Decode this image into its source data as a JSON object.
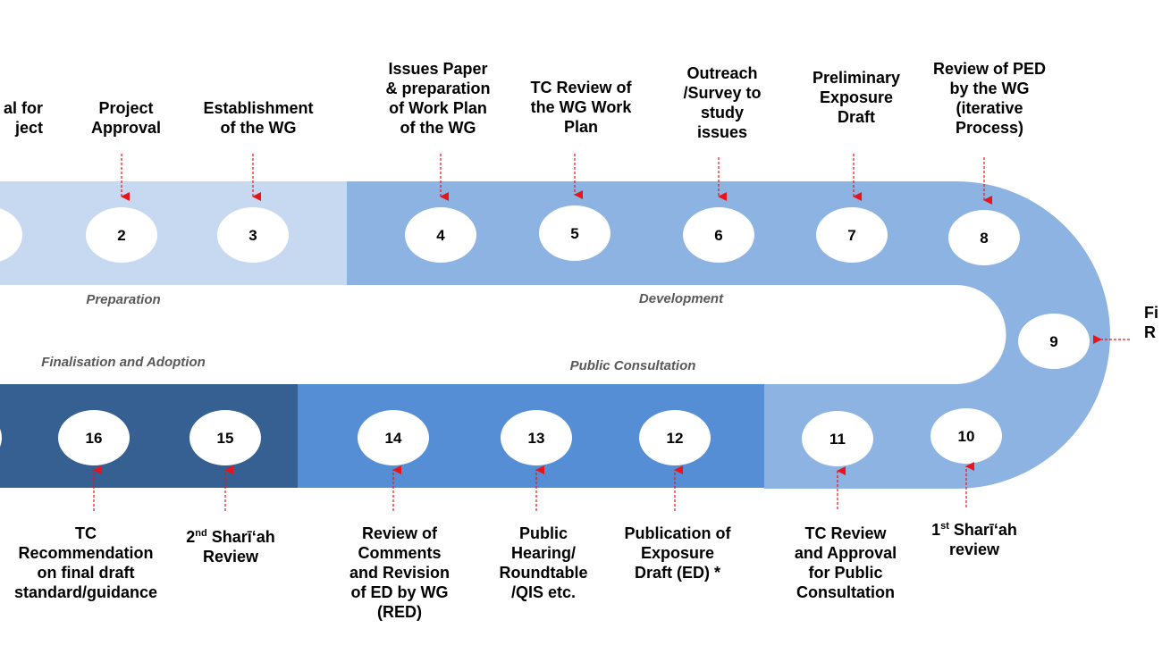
{
  "colors": {
    "preparation_band": "#c6d9f1",
    "development_band": "#8db3e2",
    "consultation_band": "#558ed5",
    "finalisation_band": "#376092",
    "loop_band": "#8db3e2",
    "node_fill": "#ffffff",
    "arrow": "#e8141b"
  },
  "phases": {
    "preparation": "Preparation",
    "development": "Development",
    "finalisation": "Finalisation and Adoption",
    "public_consultation": "Public Consultation"
  },
  "steps": [
    {
      "number": "2",
      "label": "Project\nApproval"
    },
    {
      "number": "3",
      "label": "Establishment\nof the WG"
    },
    {
      "number": "4",
      "label": "Issues Paper\n& preparation\nof Work Plan\nof the WG"
    },
    {
      "number": "5",
      "label": "TC Review of\nthe WG Work\nPlan"
    },
    {
      "number": "6",
      "label": "Outreach\n/Survey to\nstudy\nissues"
    },
    {
      "number": "7",
      "label": "Preliminary\nExposure\nDraft"
    },
    {
      "number": "8",
      "label": "Review of PED\nby the WG\n(iterative\nProcess)"
    },
    {
      "number": "9",
      "label": "Fi\nR"
    },
    {
      "number": "10",
      "label_prefix": "1",
      "label_sup": "st",
      "label": " Sharī‘ah\nreview"
    },
    {
      "number": "11",
      "label": "TC Review\nand Approval\nfor Public\nConsultation"
    },
    {
      "number": "12",
      "label": "Publication of\nExposure\nDraft (ED) *"
    },
    {
      "number": "13",
      "label": "Public\nHearing/\nRoundtable\n/QIS etc."
    },
    {
      "number": "14",
      "label": "Review of\nComments\nand Revision\nof ED by WG\n(RED)"
    },
    {
      "number": "15",
      "label_prefix": "2",
      "label_sup": "nd",
      "label": " Sharī‘ah\nReview"
    },
    {
      "number": "16",
      "label": "TC\nRecommendation\non final draft\nstandard/guidance"
    }
  ],
  "partial_first_label": "al for\nject"
}
